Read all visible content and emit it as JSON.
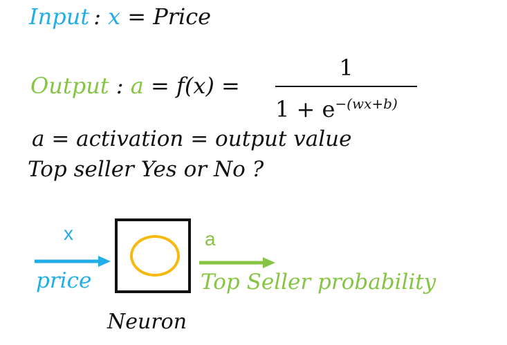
{
  "input": {
    "label": "Input",
    "colon": ":",
    "variable": "x",
    "equals_value": " = Price"
  },
  "output": {
    "label": "Output",
    "colon": " : ",
    "variable": "a",
    "function": " =  f(x) = ",
    "numerator": "1",
    "denominator_base": "1 + e",
    "denominator_exponent": "−(wx+b)"
  },
  "activation_text": "a = activation = output value",
  "question_text": "Top seller Yes or No ?",
  "diagram": {
    "input_symbol": "x",
    "input_label": "price",
    "output_symbol": "a",
    "output_label": "Top Seller probability",
    "node_label": "Neuron"
  },
  "colors": {
    "input": "#21aee6",
    "output": "#86c443",
    "neuron_circle": "#f5b90f",
    "box": "#111111"
  }
}
